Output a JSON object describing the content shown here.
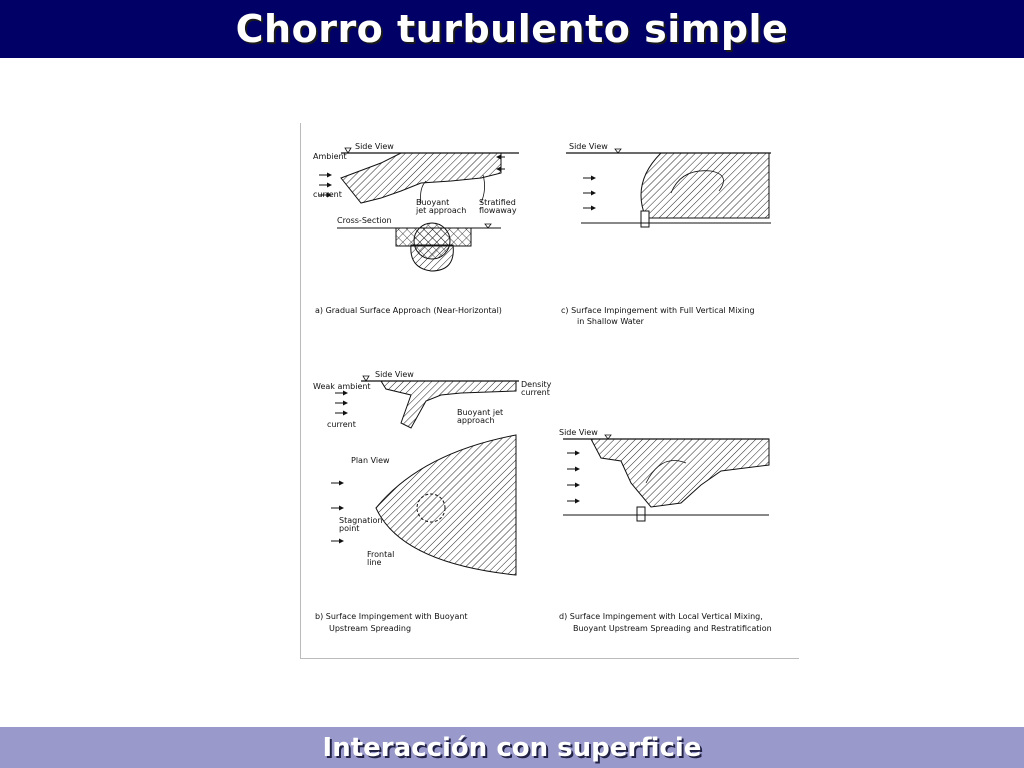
{
  "slide": {
    "title": "Chorro turbulento simple",
    "footer": "Interacción con superficie"
  },
  "figure": {
    "panel_a": {
      "side_view": "Side View",
      "ambient": "Ambient",
      "current": "current",
      "buoyant": "Buoyant",
      "jet_approach": "jet approach",
      "stratified": "Stratified",
      "flowaway": "flowaway",
      "cross_section": "Cross-Section",
      "caption": "a)  Gradual  Surface  Approach  (Near-Horizontal)"
    },
    "panel_c": {
      "side_view": "Side View",
      "caption_1": "c)  Surface  Impingement  with  Full  Vertical  Mixing",
      "caption_2": "in  Shallow  Water"
    },
    "panel_b": {
      "side_view": "Side View",
      "weak_ambient": "Weak ambient",
      "current": "current",
      "density": "Density",
      "density_current": "current",
      "buoyant_jet": "Buoyant jet",
      "approach": "approach",
      "plan_view": "Plan  View",
      "stagnation": "Stagnation",
      "point": "point",
      "frontal": "Frontal",
      "line": "line",
      "caption_1": "b)  Surface  Impingement  with  Buoyant",
      "caption_2": "Upstream  Spreading"
    },
    "panel_d": {
      "side_view": "Side View",
      "caption_1": "d)  Surface  Impingement  with  Local  Vertical  Mixing,",
      "caption_2": "Buoyant  Upstream  Spreading  and  Restratification"
    }
  },
  "colors": {
    "title_bar": "#000066",
    "footer_bar": "#9999cc",
    "text_on_bar": "#ffffff"
  }
}
